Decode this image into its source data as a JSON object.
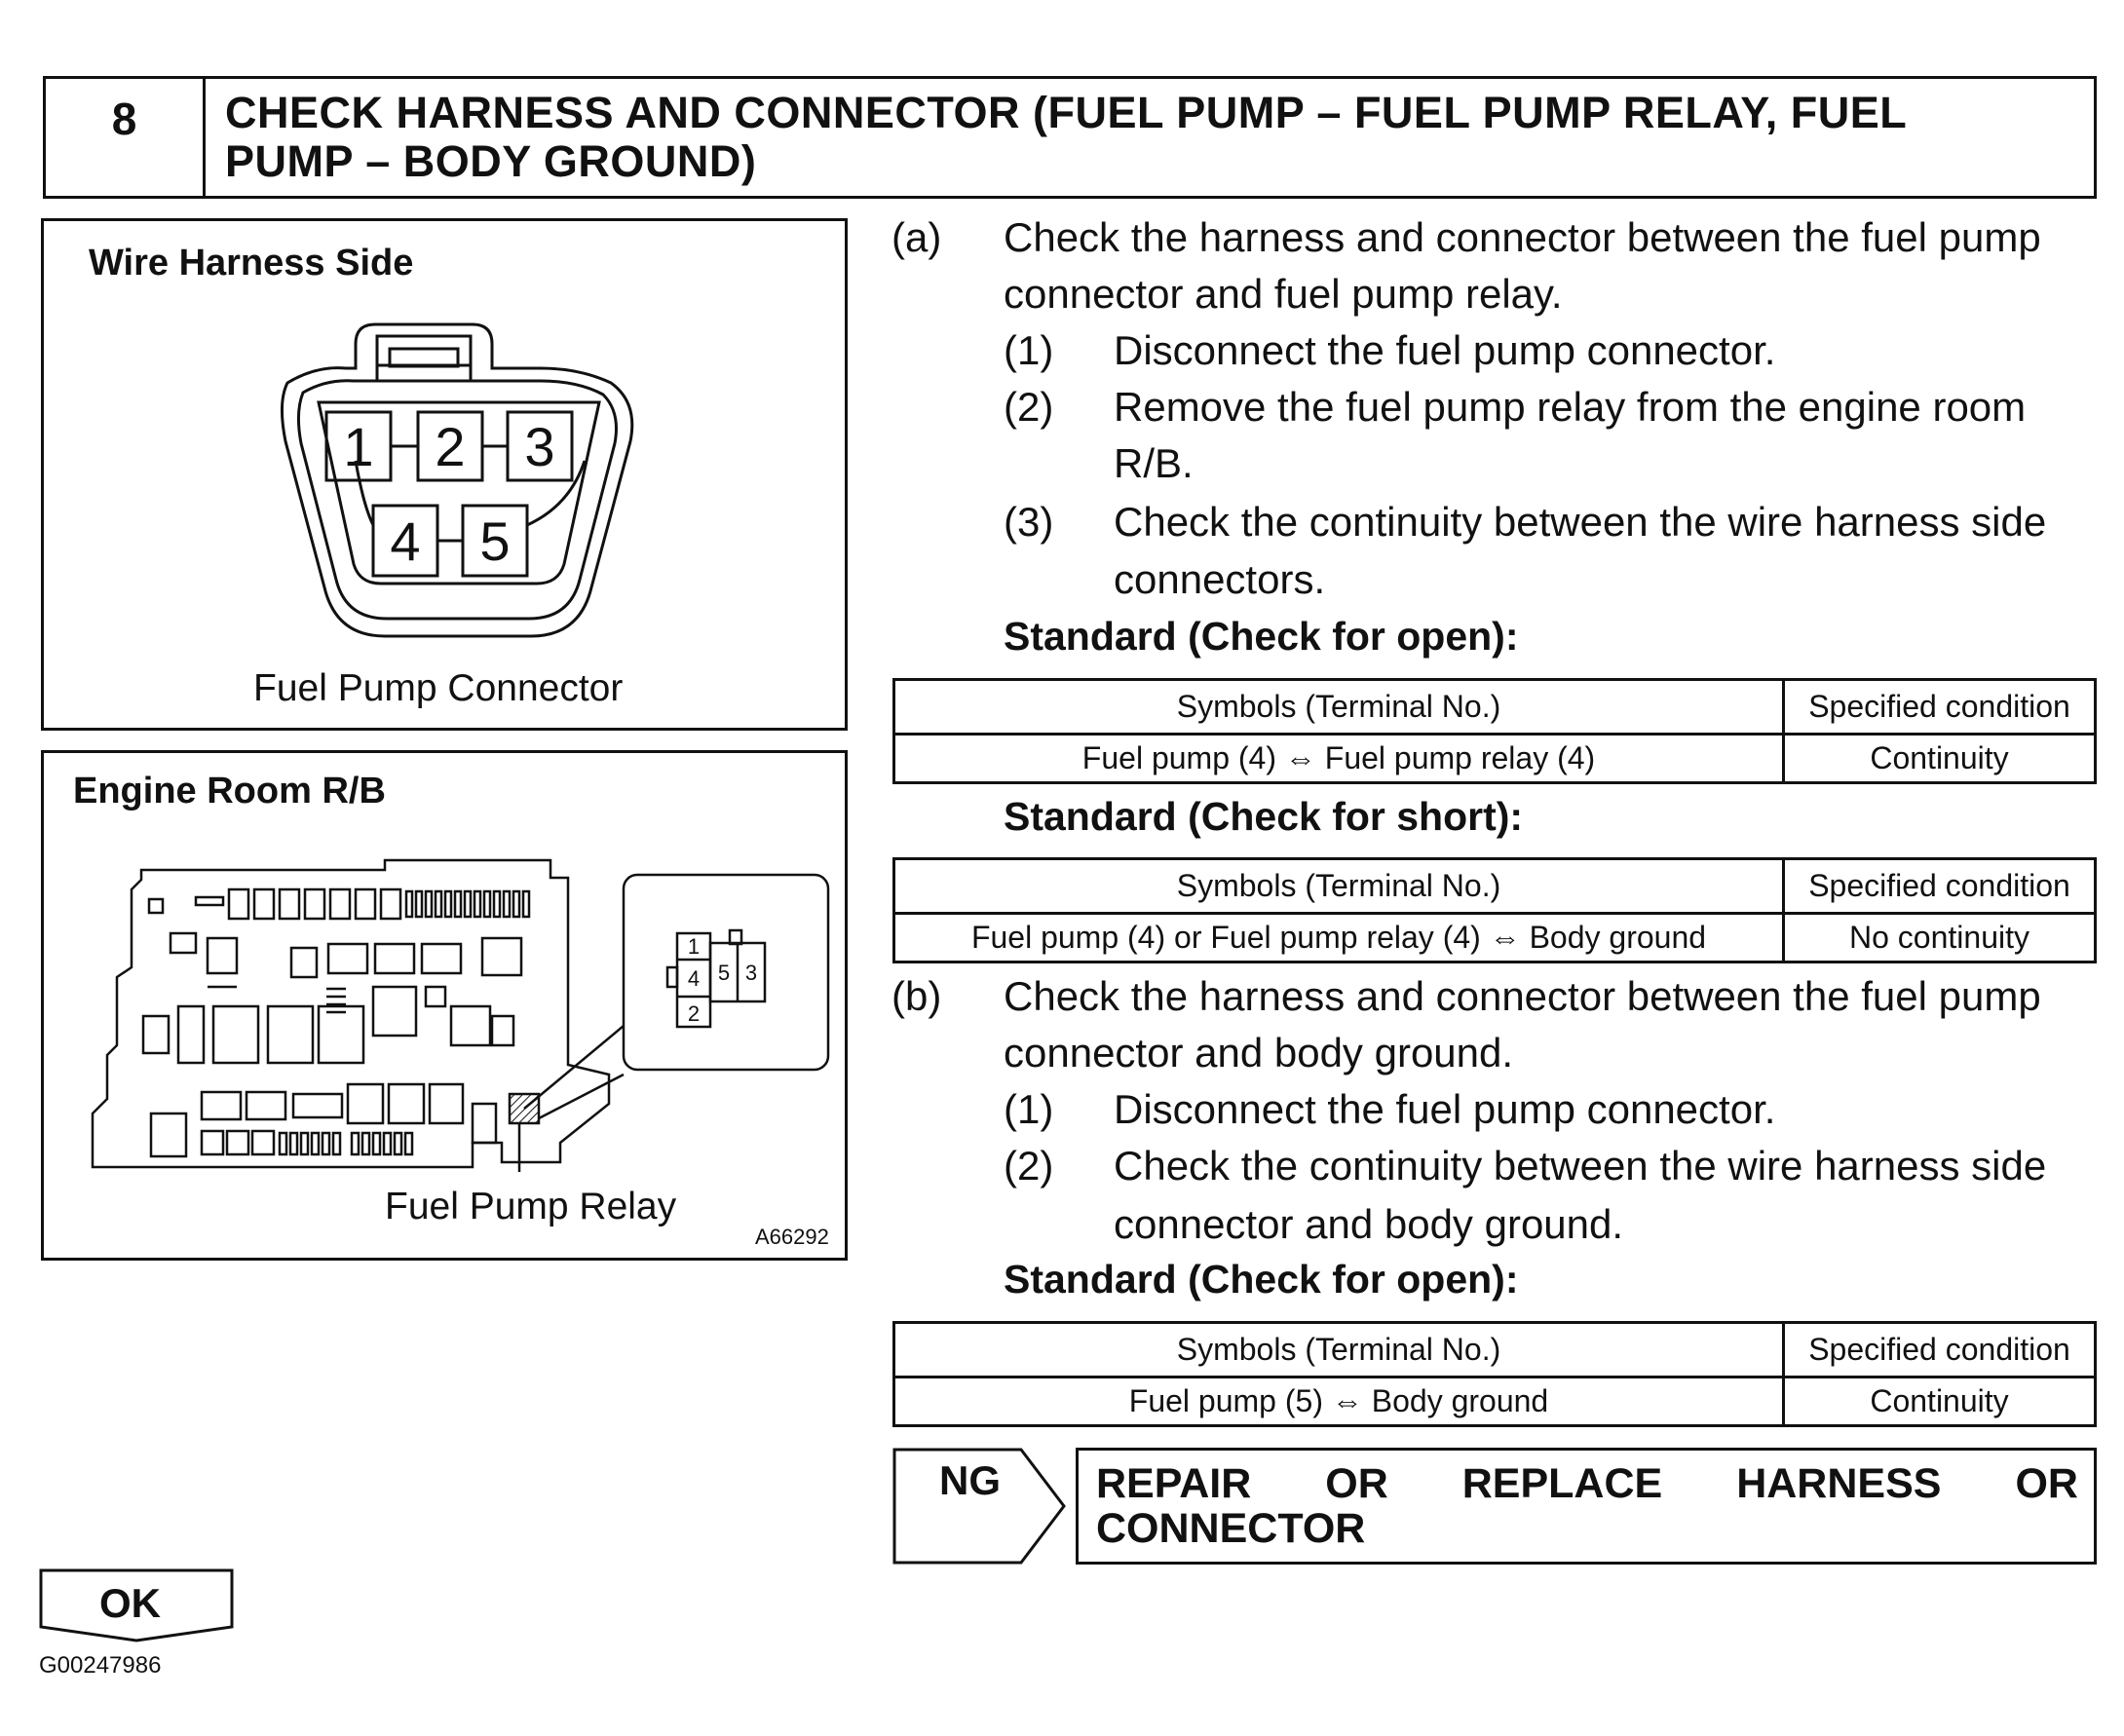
{
  "header": {
    "step_number": "8",
    "title_line1": "CHECK HARNESS AND CONNECTOR (FUEL PUMP – FUEL PUMP RELAY, FUEL",
    "title_line2": "PUMP – BODY GROUND)"
  },
  "figure1": {
    "title": "Wire Harness Side",
    "caption": "Fuel Pump Connector",
    "pins": [
      "1",
      "2",
      "3",
      "4",
      "5"
    ]
  },
  "figure2": {
    "title": "Engine Room R/B",
    "caption": "Fuel Pump Relay",
    "ref_code": "A66292",
    "relay_pins": [
      "1",
      "4",
      "2",
      "5",
      "3"
    ]
  },
  "step_a": {
    "label": "(a)",
    "line1": "Check the harness and connector between the fuel pump",
    "line2": "connector and fuel pump relay.",
    "sub": [
      {
        "num": "(1)",
        "line1": "Disconnect the fuel pump connector.",
        "line2": ""
      },
      {
        "num": "(2)",
        "line1": "Remove the fuel pump relay from the engine room",
        "line2": "R/B."
      },
      {
        "num": "(3)",
        "line1": "Check the continuity between the wire harness side",
        "line2": "connectors."
      }
    ],
    "standard_open": "Standard (Check for open):",
    "table_open": {
      "headers": [
        "Symbols (Terminal No.)",
        "Specified condition"
      ],
      "row": [
        "Fuel pump (4) ⇔ Fuel pump relay (4)",
        "Continuity"
      ]
    },
    "standard_short": "Standard (Check for short):",
    "table_short": {
      "headers": [
        "Symbols (Terminal No.)",
        "Specified condition"
      ],
      "row": [
        "Fuel pump (4) or Fuel pump relay (4) ⇔ Body ground",
        "No continuity"
      ]
    }
  },
  "step_b": {
    "label": "(b)",
    "line1": "Check the harness and connector between the fuel pump",
    "line2": "connector and body ground.",
    "sub": [
      {
        "num": "(1)",
        "line1": "Disconnect the fuel pump connector.",
        "line2": ""
      },
      {
        "num": "(2)",
        "line1": "Check the continuity between the wire harness side",
        "line2": "connector and body ground."
      }
    ],
    "standard_open": "Standard (Check for open):",
    "table_open": {
      "headers": [
        "Symbols (Terminal No.)",
        "Specified condition"
      ],
      "row": [
        "Fuel pump (5) ⇔ Body ground",
        "Continuity"
      ]
    }
  },
  "ng": {
    "label": "NG",
    "action_words": [
      "REPAIR",
      "OR",
      "REPLACE",
      "HARNESS",
      "OR"
    ],
    "action_line2": "CONNECTOR"
  },
  "ok": {
    "label": "OK"
  },
  "footer_code": "G00247986"
}
